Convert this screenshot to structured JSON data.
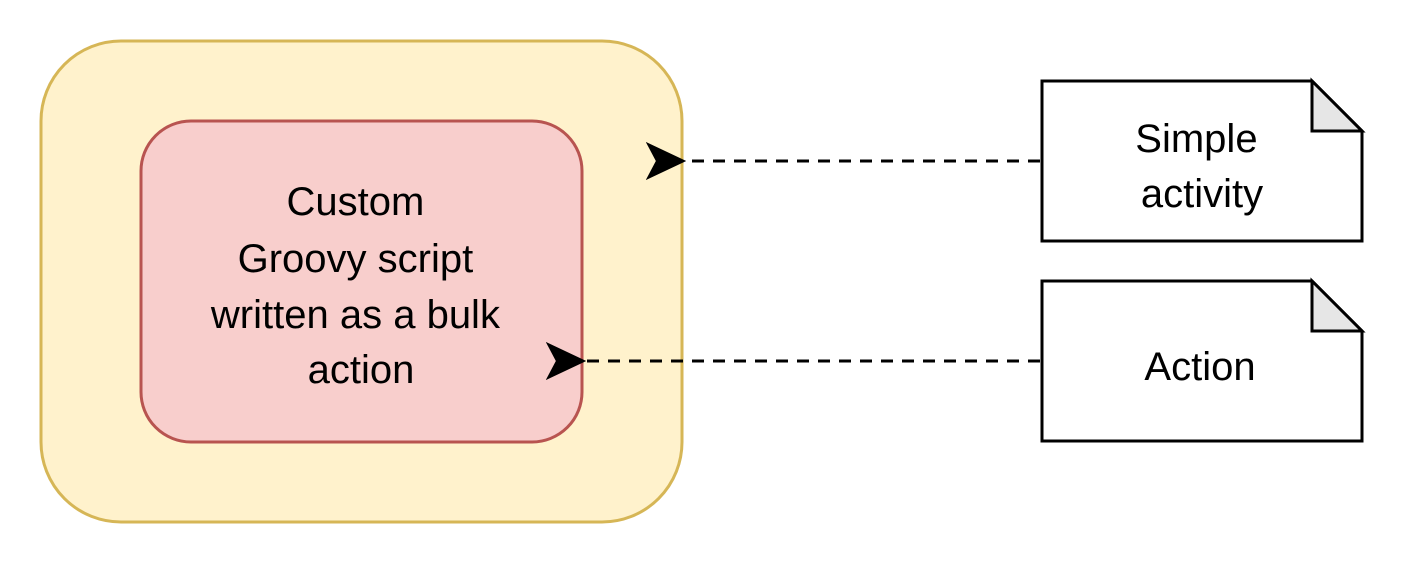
{
  "nodes": {
    "outer_container": {
      "label": "",
      "fill": "#fff2cc",
      "stroke": "#d6b656"
    },
    "inner_script": {
      "lines": [
        "Custom",
        "Groovy script",
        "written as a bulk",
        "action"
      ],
      "fill": "#f8cecc",
      "stroke": "#b85450"
    },
    "simple_activity": {
      "lines": [
        "Simple",
        "activity"
      ],
      "fill": "#ffffff",
      "stroke": "#000000",
      "fold_fill": "#e6e6e6"
    },
    "action": {
      "lines": [
        "Action"
      ],
      "fill": "#ffffff",
      "stroke": "#000000",
      "fold_fill": "#e6e6e6"
    }
  },
  "edges": [
    {
      "from": "simple_activity",
      "to": "outer_container",
      "style": "dashed"
    },
    {
      "from": "action",
      "to": "inner_script",
      "style": "dashed"
    }
  ]
}
